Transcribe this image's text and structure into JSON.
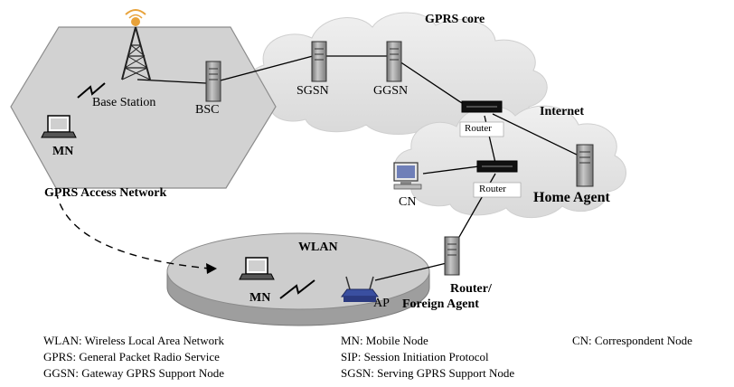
{
  "labels": {
    "gprs_core": "GPRS core",
    "internet": "Internet",
    "base_station": "Base Station",
    "bsc": "BSC",
    "sgsn": "SGSN",
    "ggsn": "GGSN",
    "router_top": "Router",
    "router_mid": "Router",
    "mn_top": "MN",
    "gprs_access_network": "GPRS Access Network",
    "cn": "CN",
    "home_agent": "Home Agent",
    "wlan": "WLAN",
    "mn_bottom": "MN",
    "ap": "AP",
    "router_foreign_1": "Router/",
    "router_foreign_2": "Foreign Agent"
  },
  "legend": {
    "col1": [
      "WLAN: Wireless Local Area Network",
      "GPRS: General Packet Radio Service",
      "GGSN: Gateway GPRS Support Node"
    ],
    "col2": [
      "MN: Mobile Node",
      "SIP: Session Initiation Protocol",
      "SGSN: Serving GPRS Support Node"
    ],
    "col3": [
      "CN: Correspondent Node"
    ]
  },
  "colors": {
    "cloud_fill": "#e6e6e6",
    "hexagon_fill": "#d4d4d4",
    "wlan_top": "#cfcfcf",
    "wlan_side": "#a8a8a8",
    "server_fill": "#9a9a9a",
    "router_fill": "#111111",
    "antenna_accent": "#e8a23a"
  }
}
